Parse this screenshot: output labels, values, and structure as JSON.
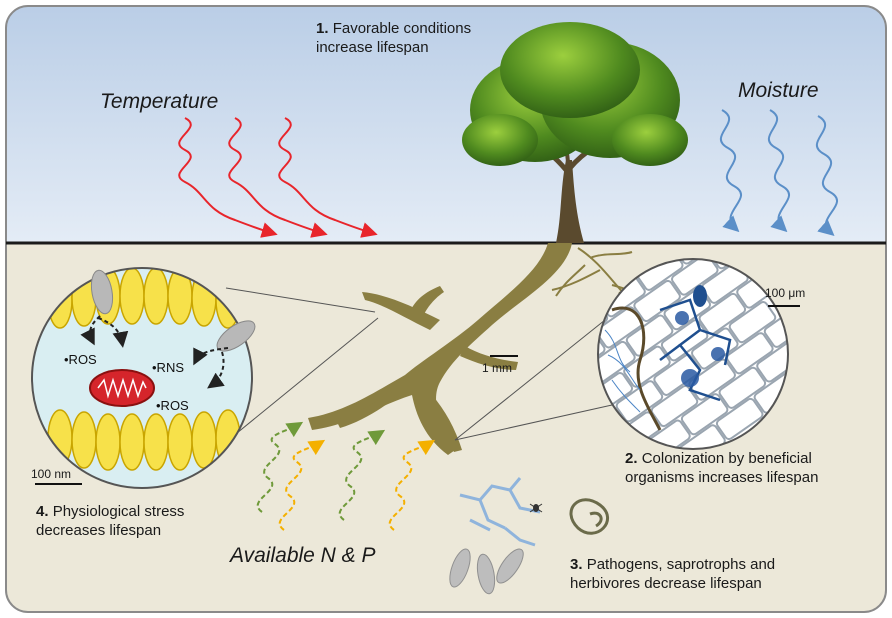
{
  "labels": {
    "c1_num": "1.",
    "c1_line1": "Favorable conditions",
    "c1_line2": "increase lifespan",
    "temperature": "Temperature",
    "moisture": "Moisture",
    "c2_num": "2.",
    "c2_line1": "Colonization by beneficial",
    "c2_line2": "organisms increases lifespan",
    "c3_num": "3.",
    "c3_line1": "Pathogens, saprotrophs and",
    "c3_line2": "herbivores decrease lifespan",
    "c4_num": "4.",
    "c4_line1": "Physiological stress",
    "c4_line2": "decreases lifespan",
    "nutrients": "Available N & P",
    "ros1": "•ROS",
    "rns": "•RNS",
    "ros2": "•ROS"
  },
  "scalebars": {
    "nm": "100 nm",
    "mm": "1 mm",
    "um": "100 μm"
  },
  "colors": {
    "sky_top": "#b9cde6",
    "sky_bottom": "#dfe9f5",
    "soil": "#ece8d9",
    "root": "#8a7e42",
    "temperature_wave": "#e8252b",
    "moisture_wave": "#5b8fc8",
    "nitrogen_wave": "#6f9a3a",
    "phosphorus_wave": "#f4b000",
    "cell_lumen": "#d9eef2",
    "vesicle": "#f7e14a",
    "mitochondrion": "#d5252b",
    "fungal_hyphae": "#1f4f8f"
  }
}
